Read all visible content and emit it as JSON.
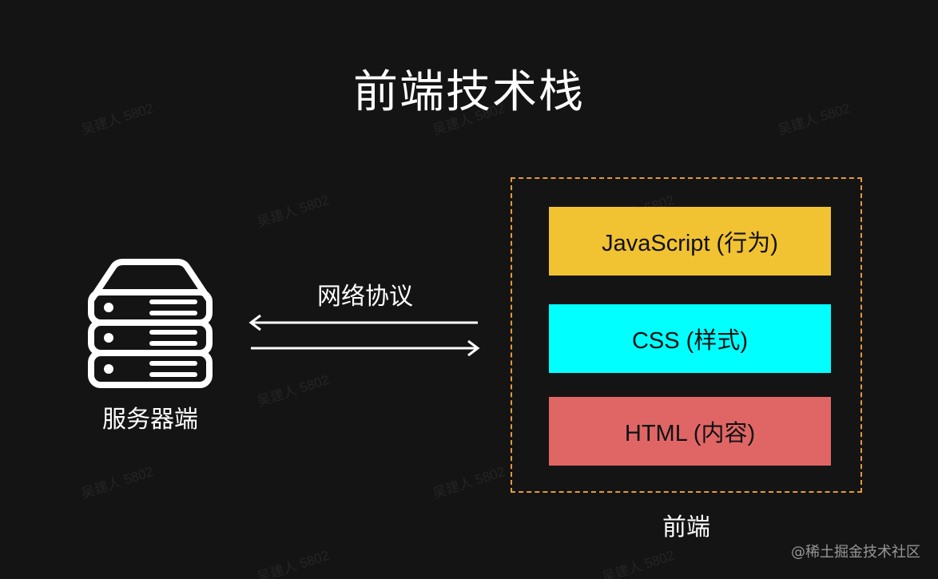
{
  "title": "前端技术栈",
  "server": {
    "label": "服务器端"
  },
  "protocol": {
    "label": "网络协议"
  },
  "frontend": {
    "label": "前端",
    "layers": [
      {
        "label": "JavaScript (行为)",
        "color": "#f1c232"
      },
      {
        "label": "CSS (样式)",
        "color": "#00ffff"
      },
      {
        "label": "HTML (内容)",
        "color": "#e06666"
      }
    ],
    "border_color": "#e59a3c"
  },
  "watermark": "吴建人 5802",
  "credit": "@稀土掘金技术社区"
}
